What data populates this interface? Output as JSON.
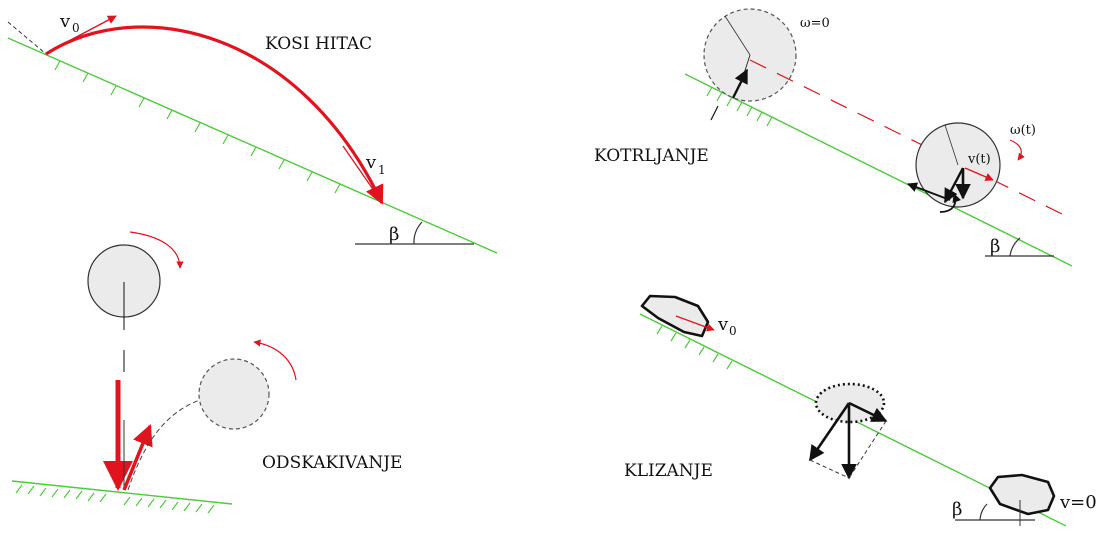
{
  "panels": {
    "kosi_hitac": {
      "title": "KOSI HITAC",
      "v0_label": "v",
      "v0_sub": "0",
      "v1_label": "v",
      "v1_sub": "1",
      "angle_label": "β"
    },
    "kotrljanje": {
      "title": "KOTRLJANJE",
      "omega_zero_label": "ω=0",
      "omega_t_label": "ω(t)",
      "velocity_label": "v(t)",
      "angle_label": "β"
    },
    "odskakivanje": {
      "title": "ODSKAKIVANJE"
    },
    "klizanje": {
      "title": "KLIZANJE",
      "v0_label": "v",
      "v0_sub": "0",
      "v_end_label": "v=0",
      "angle_label": "β"
    }
  },
  "colors": {
    "slope": "#4ccc3a",
    "trajectory": "#e0141e",
    "vector": "#111111",
    "body_fill": "#ebebeb",
    "outline": "#222222"
  }
}
